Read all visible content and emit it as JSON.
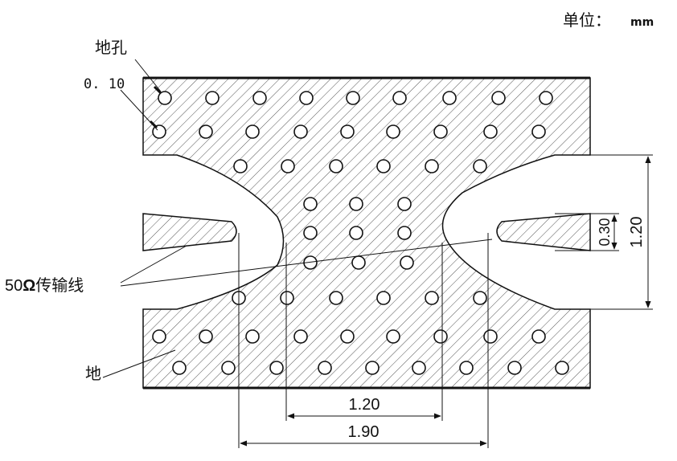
{
  "labels": {
    "unit": "单位：",
    "unit_value": "mm",
    "via": "地孔",
    "via_diameter": "0. 10",
    "line_ohm": "50",
    "omega": "Ω",
    "line_name": "传输线",
    "ground": "地"
  },
  "dimensions": {
    "inner_gap": "1.20",
    "outer_gap": "1.90",
    "gap_height": "1.20",
    "line_width": "0.30"
  },
  "colors": {
    "stroke": "#111111",
    "hatch": "#555555",
    "background": "#ffffff"
  }
}
